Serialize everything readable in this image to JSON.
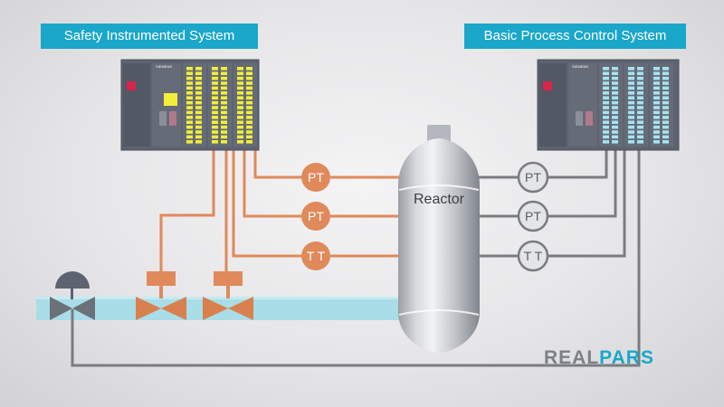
{
  "sis": {
    "title": "Safety Instrumented System",
    "brand": "SIEMENS"
  },
  "bpcs": {
    "title": "Basic Process Control System",
    "brand": "SIEMENS"
  },
  "reactor": {
    "label": "Reactor"
  },
  "sis_instruments": [
    {
      "tag": "PT"
    },
    {
      "tag": "PT"
    },
    {
      "tag": "T T"
    }
  ],
  "bpcs_instruments": [
    {
      "tag": "PT"
    },
    {
      "tag": "PT"
    },
    {
      "tag": "T T"
    }
  ],
  "logo": {
    "part1": "REAL",
    "part2": "PARS"
  },
  "colors": {
    "sis_line": "#e0895a",
    "bpcs_line": "#7a7c80",
    "banner": "#1aa7c9",
    "pipe": "#a9dde8",
    "plc_body": "#5d6370",
    "sis_leds": "#f3ee3a",
    "bpcs_leds": "#a6e4ef"
  },
  "icons": [
    "sis-plc-icon",
    "bpcs-plc-icon",
    "reactor-vessel-icon",
    "control-valve-icon",
    "actuated-valve-icon"
  ]
}
